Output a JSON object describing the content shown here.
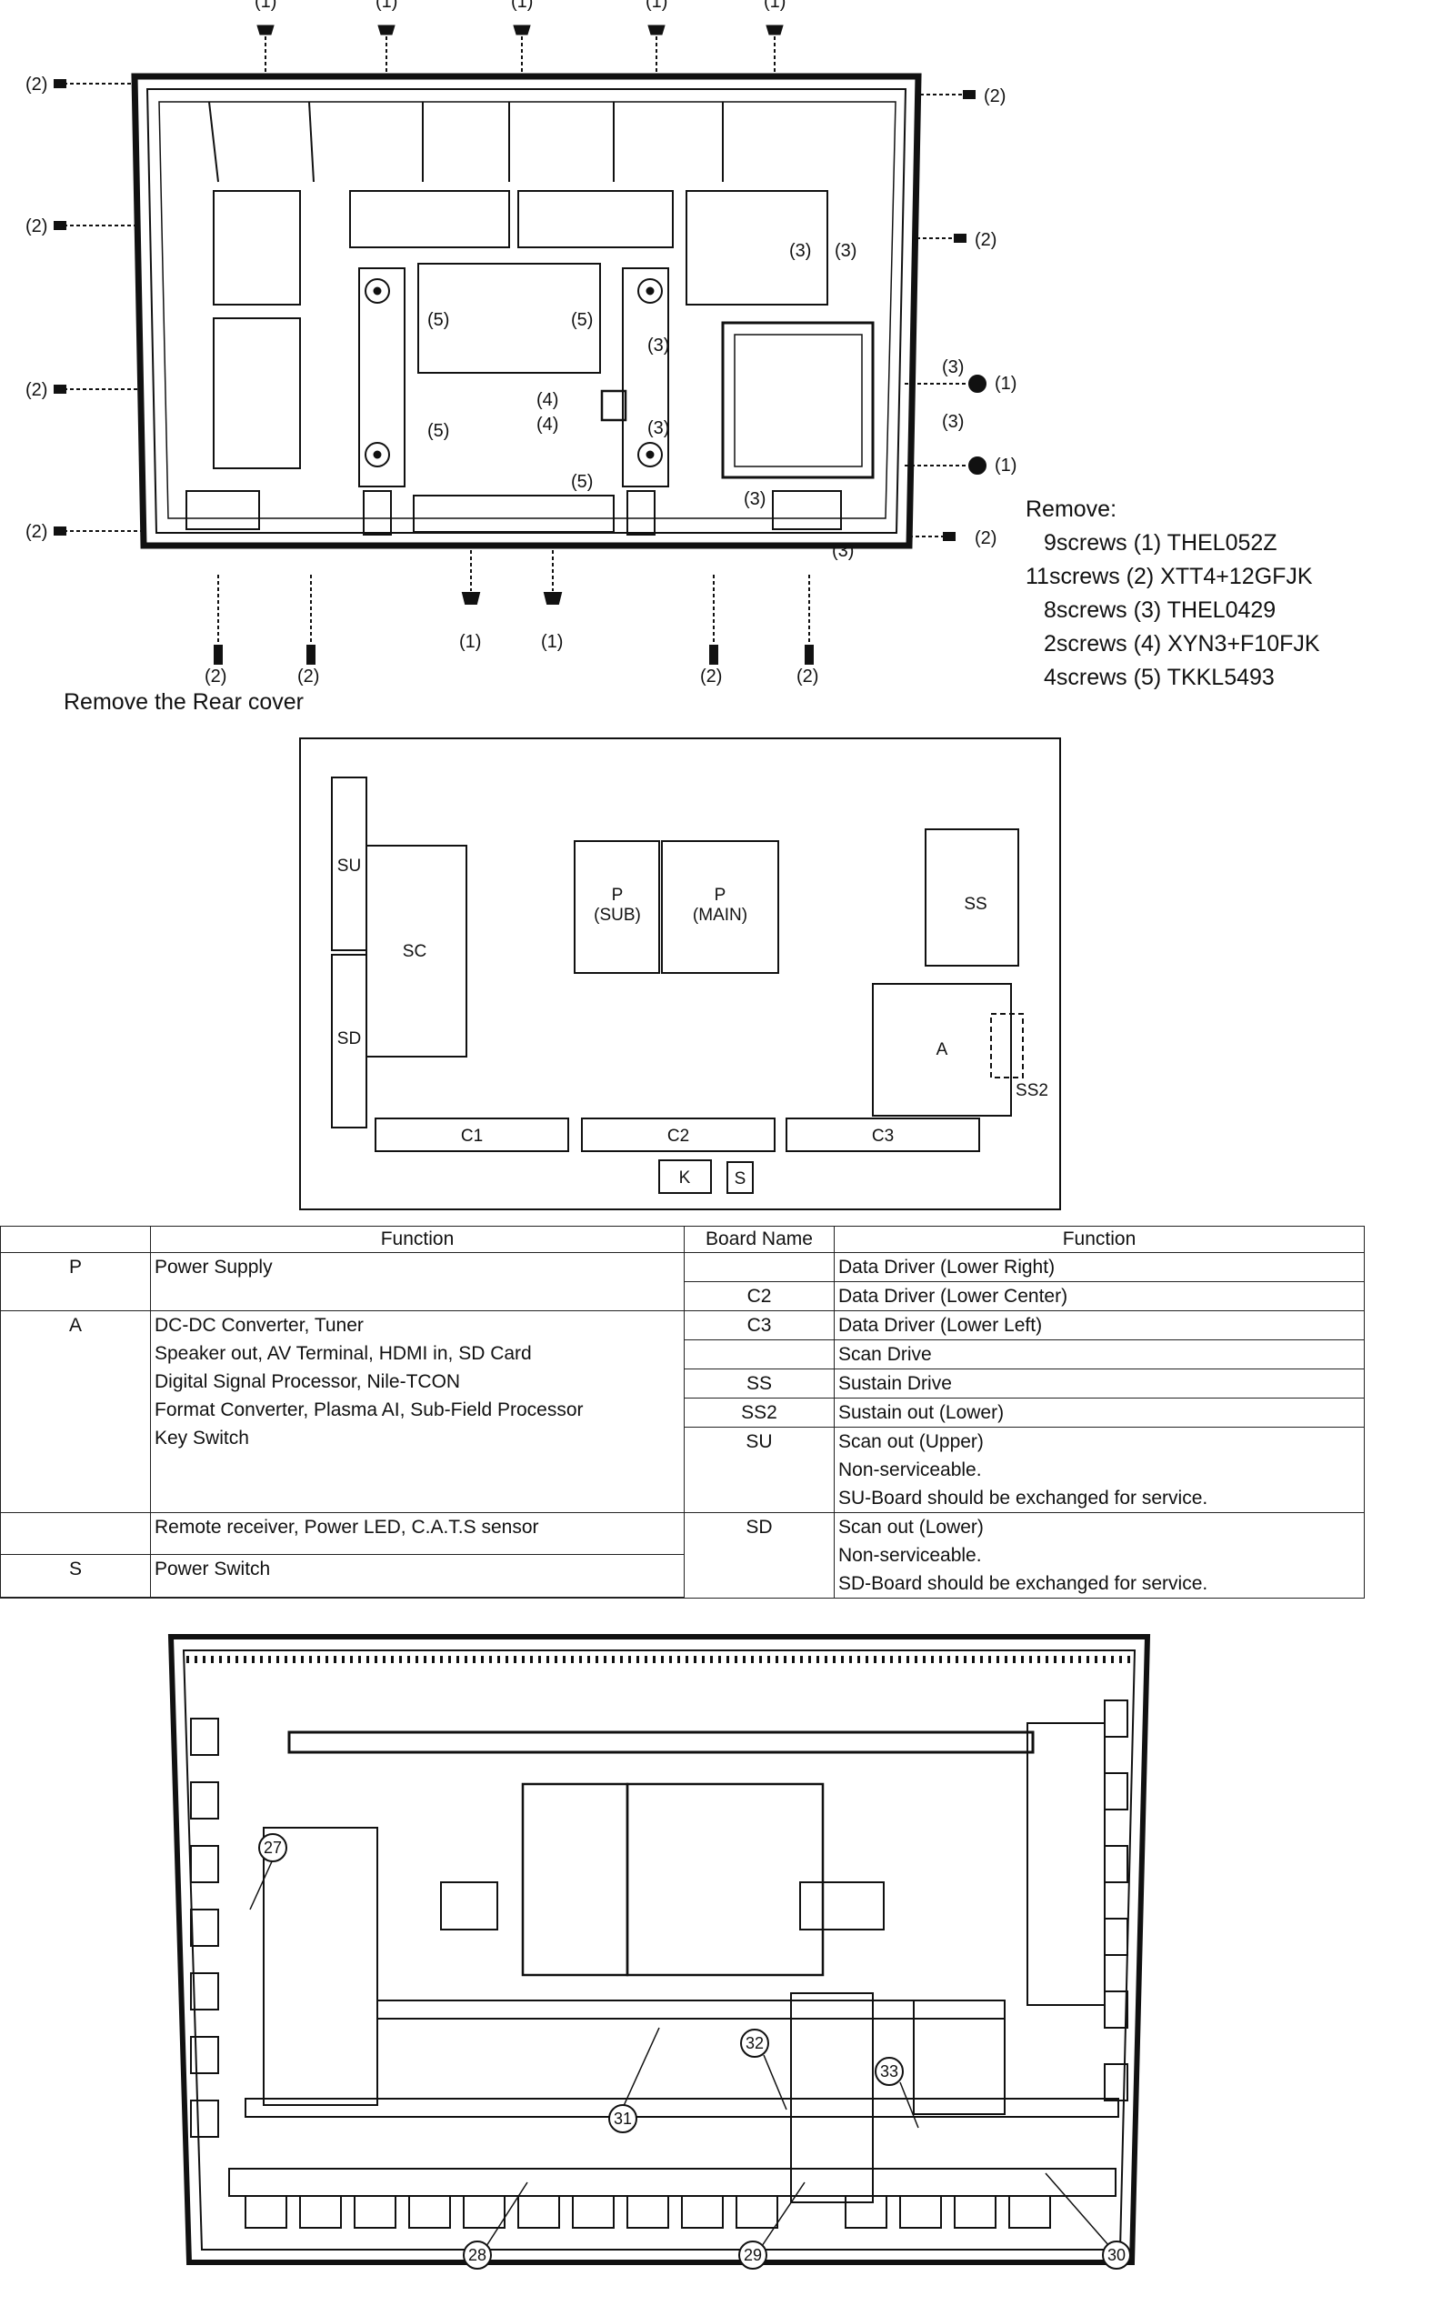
{
  "rear_cover": {
    "screw_tags": {
      "t1": "(1)",
      "t2": "(2)",
      "t3": "(3)",
      "t4": "(4)",
      "t5": "(5)"
    },
    "remove_title": "Remove:",
    "remove_lines": [
      "9screws (1) THEL052Z",
      "11screws (2) XTT4+12GFJK",
      "8screws (3) THEL0429",
      "2screws (4) XYN3+F10FJK",
      "4screws (5) TKKL5493"
    ],
    "caption": "Remove the Rear cover"
  },
  "board_layout": {
    "boards": {
      "su": "SU",
      "sd": "SD",
      "sc": "SC",
      "p_sub_1": "P",
      "p_sub_2": "(SUB)",
      "p_main_1": "P",
      "p_main_2": "(MAIN)",
      "ss": "SS",
      "a": "A",
      "ss2": "SS2",
      "c1": "C1",
      "c2": "C2",
      "c3": "C3",
      "k": "K",
      "s": "S"
    }
  },
  "function_table": {
    "headers": {
      "function_left": "Function",
      "board_name": "Board Name",
      "function_right": "Function"
    },
    "rows": [
      {
        "left_name": "P",
        "left_func": "Power Supply",
        "right_name": "",
        "right_func": "Data Driver (Lower Right)"
      },
      {
        "left_name": "",
        "left_func": "",
        "right_name": "C2",
        "right_func": "Data Driver (Lower Center)"
      },
      {
        "left_name": "A",
        "left_func": "DC-DC Converter, Tuner",
        "right_name": "C3",
        "right_func": "Data Driver (Lower Left)"
      },
      {
        "left_func": "Speaker out, AV Terminal, HDMI in, SD Card",
        "right_name": "",
        "right_func": "Scan Drive"
      },
      {
        "left_func": "Digital Signal Processor, Nile-TCON",
        "right_name": "SS",
        "right_func": "Sustain Drive"
      },
      {
        "left_func": "Format Converter, Plasma AI, Sub-Field Processor",
        "right_name": "SS2",
        "right_func": "Sustain out (Lower)"
      },
      {
        "left_func": "Key Switch",
        "right_name": "SU",
        "right_func": "Scan out (Upper)"
      }
    ],
    "su_extra": [
      "Non-serviceable.",
      "SU-Board should be exchanged for service."
    ],
    "remote_row": {
      "left_name": "",
      "left_func": "Remote receiver, Power LED, C.A.T.S sensor",
      "right_name": "SD",
      "right_func": "Scan out (Lower)"
    },
    "s_row": {
      "left_name": "S",
      "left_func": "Power Switch"
    },
    "sd_extra": [
      "Non-serviceable.",
      "SD-Board should be exchanged for service."
    ]
  },
  "chassis": {
    "callouts": {
      "n27": "27",
      "n28": "28",
      "n29": "29",
      "n30": "30",
      "n31": "31",
      "n32": "32",
      "n33": "33"
    }
  }
}
